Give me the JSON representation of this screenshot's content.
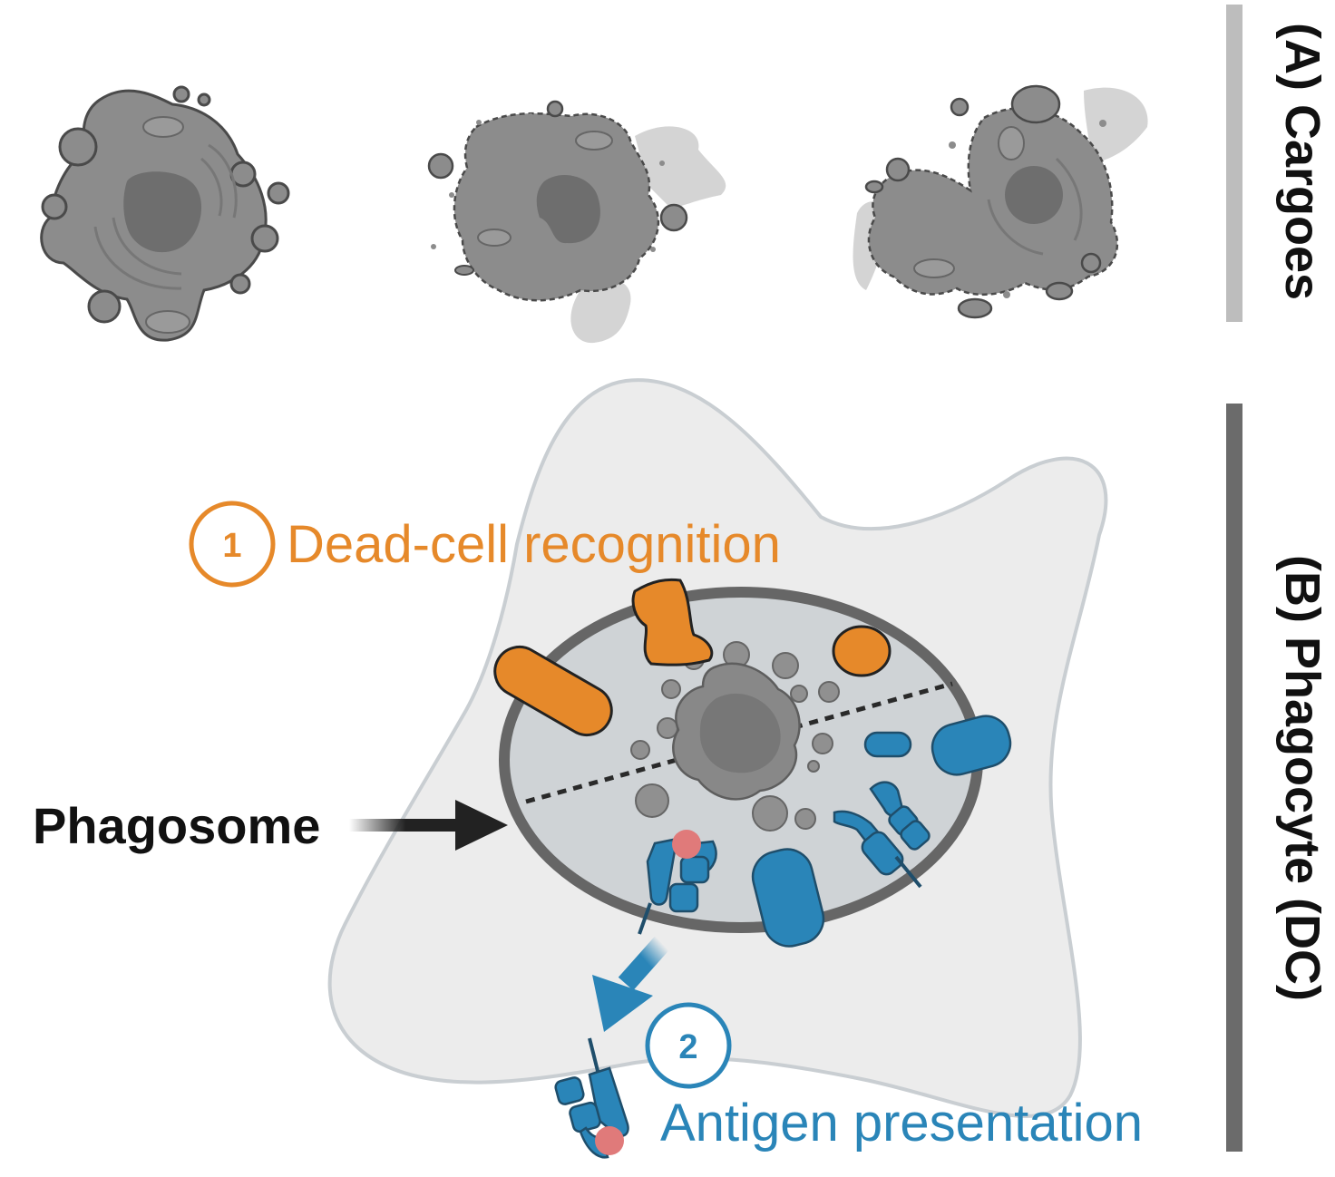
{
  "section_a": {
    "label": "(A) Cargoes",
    "bar_color": "#bdbdbd"
  },
  "section_b": {
    "label": "(B) Phagocyte (DC)",
    "bar_color": "#6b6b6b"
  },
  "phagosome_label": "Phagosome",
  "step1": {
    "number": "1",
    "label": "Dead-cell recognition",
    "color": "#e6892a"
  },
  "step2": {
    "number": "2",
    "label": "Antigen presentation",
    "color": "#2a85b8"
  },
  "colors": {
    "cell_gray": "#8a8a8a",
    "cell_outline": "#505050",
    "phagocyte_fill": "#ececec",
    "phagosome_fill": "#cfd3d6",
    "receptor_orange": "#e6892a",
    "receptor_blue": "#2a85b8",
    "antigen_pink": "#e07a7a"
  }
}
